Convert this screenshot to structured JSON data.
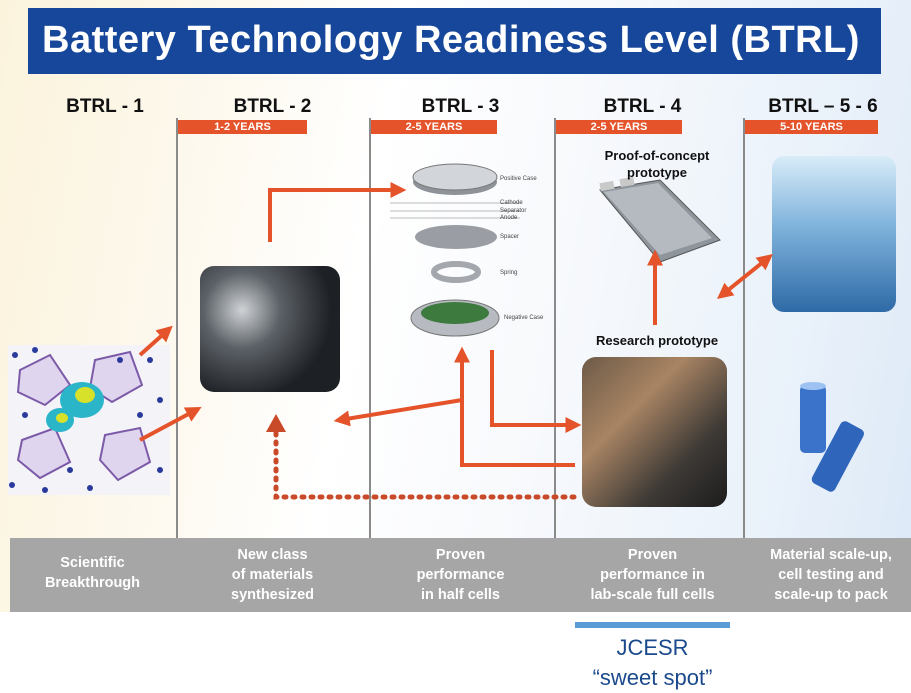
{
  "title": "Battery Technology Readiness Level (BTRL)",
  "levels": [
    {
      "label": "BTRL - 1",
      "years": "",
      "description_lines": [
        "Scientific",
        "Breakthrough"
      ]
    },
    {
      "label": "BTRL - 2",
      "years": "1-2 YEARS",
      "description_lines": [
        "New class",
        "of materials",
        "synthesized"
      ]
    },
    {
      "label": "BTRL - 3",
      "years": "2-5 YEARS",
      "description_lines": [
        "Proven",
        "performance",
        "in half cells"
      ]
    },
    {
      "label": "BTRL - 4",
      "years": "2-5 YEARS",
      "description_lines": [
        "Proven",
        "performance in",
        "lab-scale full cells"
      ]
    },
    {
      "label": "BTRL – 5 - 6",
      "years": "5-10 YEARS",
      "description_lines": [
        "Material scale-up,",
        "cell testing and",
        "scale-up to pack"
      ]
    }
  ],
  "captions": {
    "proof_of_concept": [
      "Proof-of-concept",
      "prototype"
    ],
    "research_prototype": "Research prototype"
  },
  "coin_cell_parts": [
    "Positive Case",
    "Cathode",
    "Separator",
    "Anode",
    "Spacer",
    "Spring",
    "Negative Case"
  ],
  "sweet_spot": {
    "line1": "JCESR",
    "line2": "“sweet spot”"
  },
  "colors": {
    "title_bar": "#17479a",
    "accent_orange": "#e4532a",
    "bottom_band": "#a6a6a6",
    "sweet_spot_blue": "#5b9bd5",
    "jcesr_text": "#1b4a8c"
  }
}
